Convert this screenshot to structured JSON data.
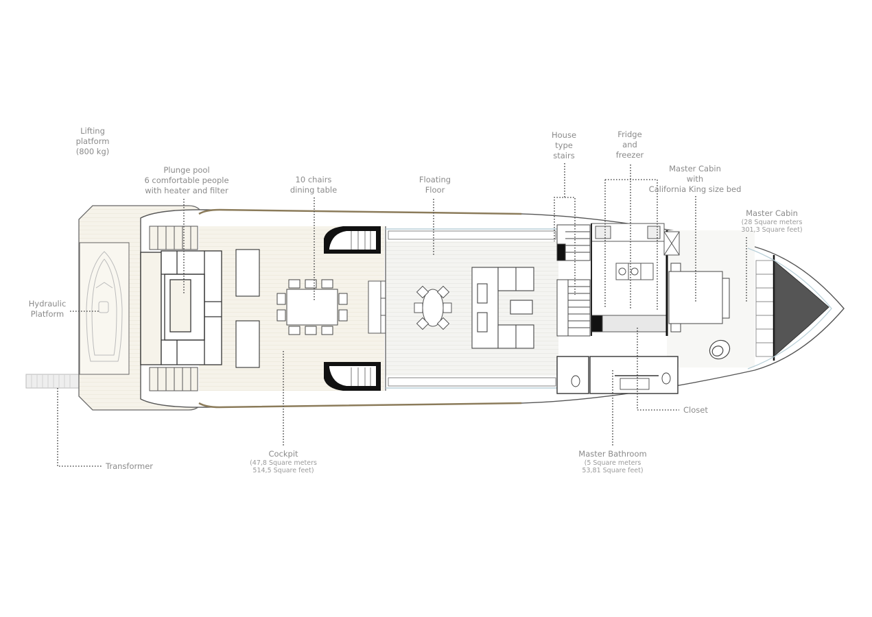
{
  "diagram": {
    "type": "yacht-deck-plan",
    "colors": {
      "deck_fill": "#f6f3ea",
      "floor_fill": "#f4f4f2",
      "outline": "#4a4a4a",
      "hull_accent": "#8b7b5a",
      "glass": "#b8cfd8",
      "dark_fill": "#111111",
      "forepeak_fill": "#555555",
      "label_text": "#8a8a8a",
      "leader_line": "#555555"
    },
    "labels": {
      "lifting_platform": {
        "l1": "Lifting",
        "l2": "platform",
        "l3": "(800 kg)"
      },
      "plunge_pool": {
        "l1": "Plunge pool",
        "l2": "6 comfortable people",
        "l3": "with heater and filter"
      },
      "dining": {
        "l1": "10 chairs",
        "l2": "dining table"
      },
      "floating_floor": {
        "l1": "Floating",
        "l2": "Floor"
      },
      "stairs": {
        "l1": "House",
        "l2": "type",
        "l3": "stairs"
      },
      "fridge": {
        "l1": "Fridge",
        "l2": "and",
        "l3": "freezer"
      },
      "master_cabin_bed": {
        "l1": "Master Cabin",
        "l2": "with",
        "l3": "California King size bed"
      },
      "master_cabin_area": {
        "title": "Master Cabin",
        "l2": "(28 Square meters",
        "l3": "301,3 Square feet)"
      },
      "hydraulic_platform": {
        "l1": "Hydraulic",
        "l2": "Platform"
      },
      "transformer": {
        "l1": "Transformer"
      },
      "cockpit": {
        "title": "Cockpit",
        "l2": "(47,8 Square meters",
        "l3": "514,5 Square feet)"
      },
      "master_bathroom": {
        "title": "Master Bathroom",
        "l2": "(5 Square meters",
        "l3": "53,81 Square feet)"
      },
      "closet": {
        "l1": "Closet"
      }
    }
  }
}
